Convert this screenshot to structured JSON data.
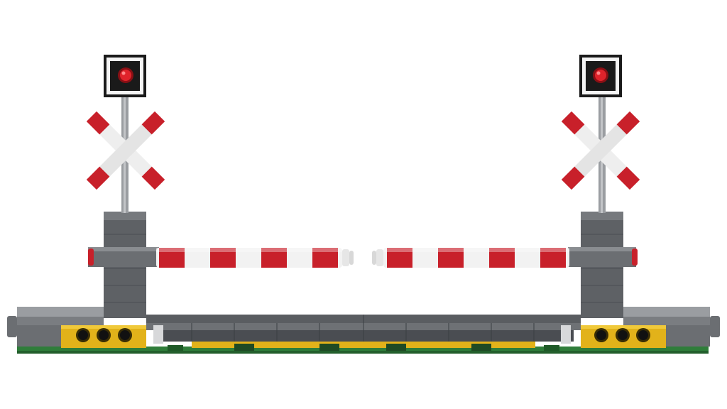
{
  "scene": {
    "subject": "",
    "colors": {
      "background": "#ffffff",
      "base_green": "#2f7d3a",
      "rail_gray": "#6b6e72",
      "dark_gray": "#4a4d52",
      "light_gray": "#8c8f93",
      "yellow": "#e2b21a",
      "red": "#c8202a",
      "white_stripe": "#f2f2f2",
      "signal_black": "#1a1a1a",
      "signal_red": "#e0232b"
    },
    "icons": [
      "crossbuck-sign-left",
      "crossbuck-sign-right",
      "signal-lamp-left",
      "signal-lamp-right"
    ]
  }
}
